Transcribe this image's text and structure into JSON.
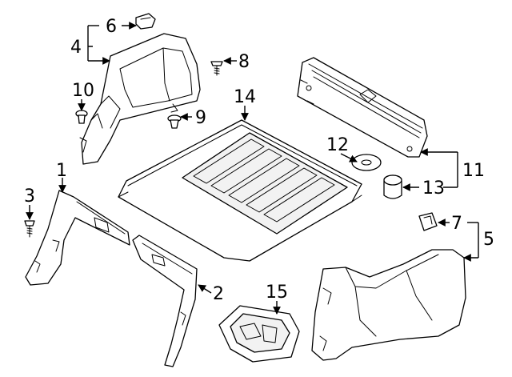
{
  "callouts": {
    "c1": "1",
    "c2": "2",
    "c3": "3",
    "c4": "4",
    "c5": "5",
    "c6": "6",
    "c7": "7",
    "c8": "8",
    "c9": "9",
    "c10": "10",
    "c11": "11",
    "c12": "12",
    "c13": "13",
    "c14": "14",
    "c15": "15"
  },
  "colors": {
    "line": "#000000",
    "background": "#ffffff",
    "shade": "#f2f2f2"
  }
}
